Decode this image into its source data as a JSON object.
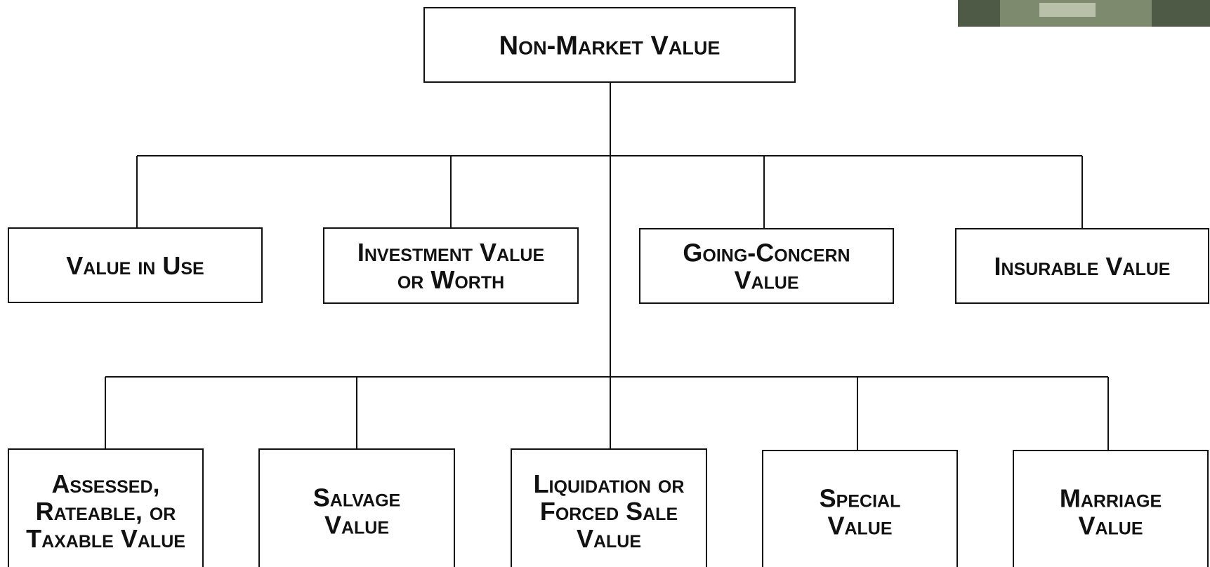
{
  "diagram": {
    "root": {
      "lines": [
        "Non-Market Value"
      ]
    },
    "level1": [
      {
        "lines": [
          "Value in Use"
        ]
      },
      {
        "lines": [
          "Investment Value",
          "or Worth"
        ]
      },
      {
        "lines": [
          "Going-Concern",
          "Value"
        ]
      },
      {
        "lines": [
          "Insurable Value"
        ]
      }
    ],
    "level2": [
      {
        "lines": [
          "Assessed,",
          "Rateable, or",
          "Taxable Value"
        ]
      },
      {
        "lines": [
          "Salvage",
          "Value"
        ]
      },
      {
        "lines": [
          "Liquidation or",
          "Forced Sale",
          "Value"
        ]
      },
      {
        "lines": [
          "Special",
          "Value"
        ]
      },
      {
        "lines": [
          "Marriage",
          "Value"
        ]
      }
    ]
  },
  "colors": {
    "line": "#111111",
    "box_fill": "#ffffff",
    "text": "#111111"
  }
}
